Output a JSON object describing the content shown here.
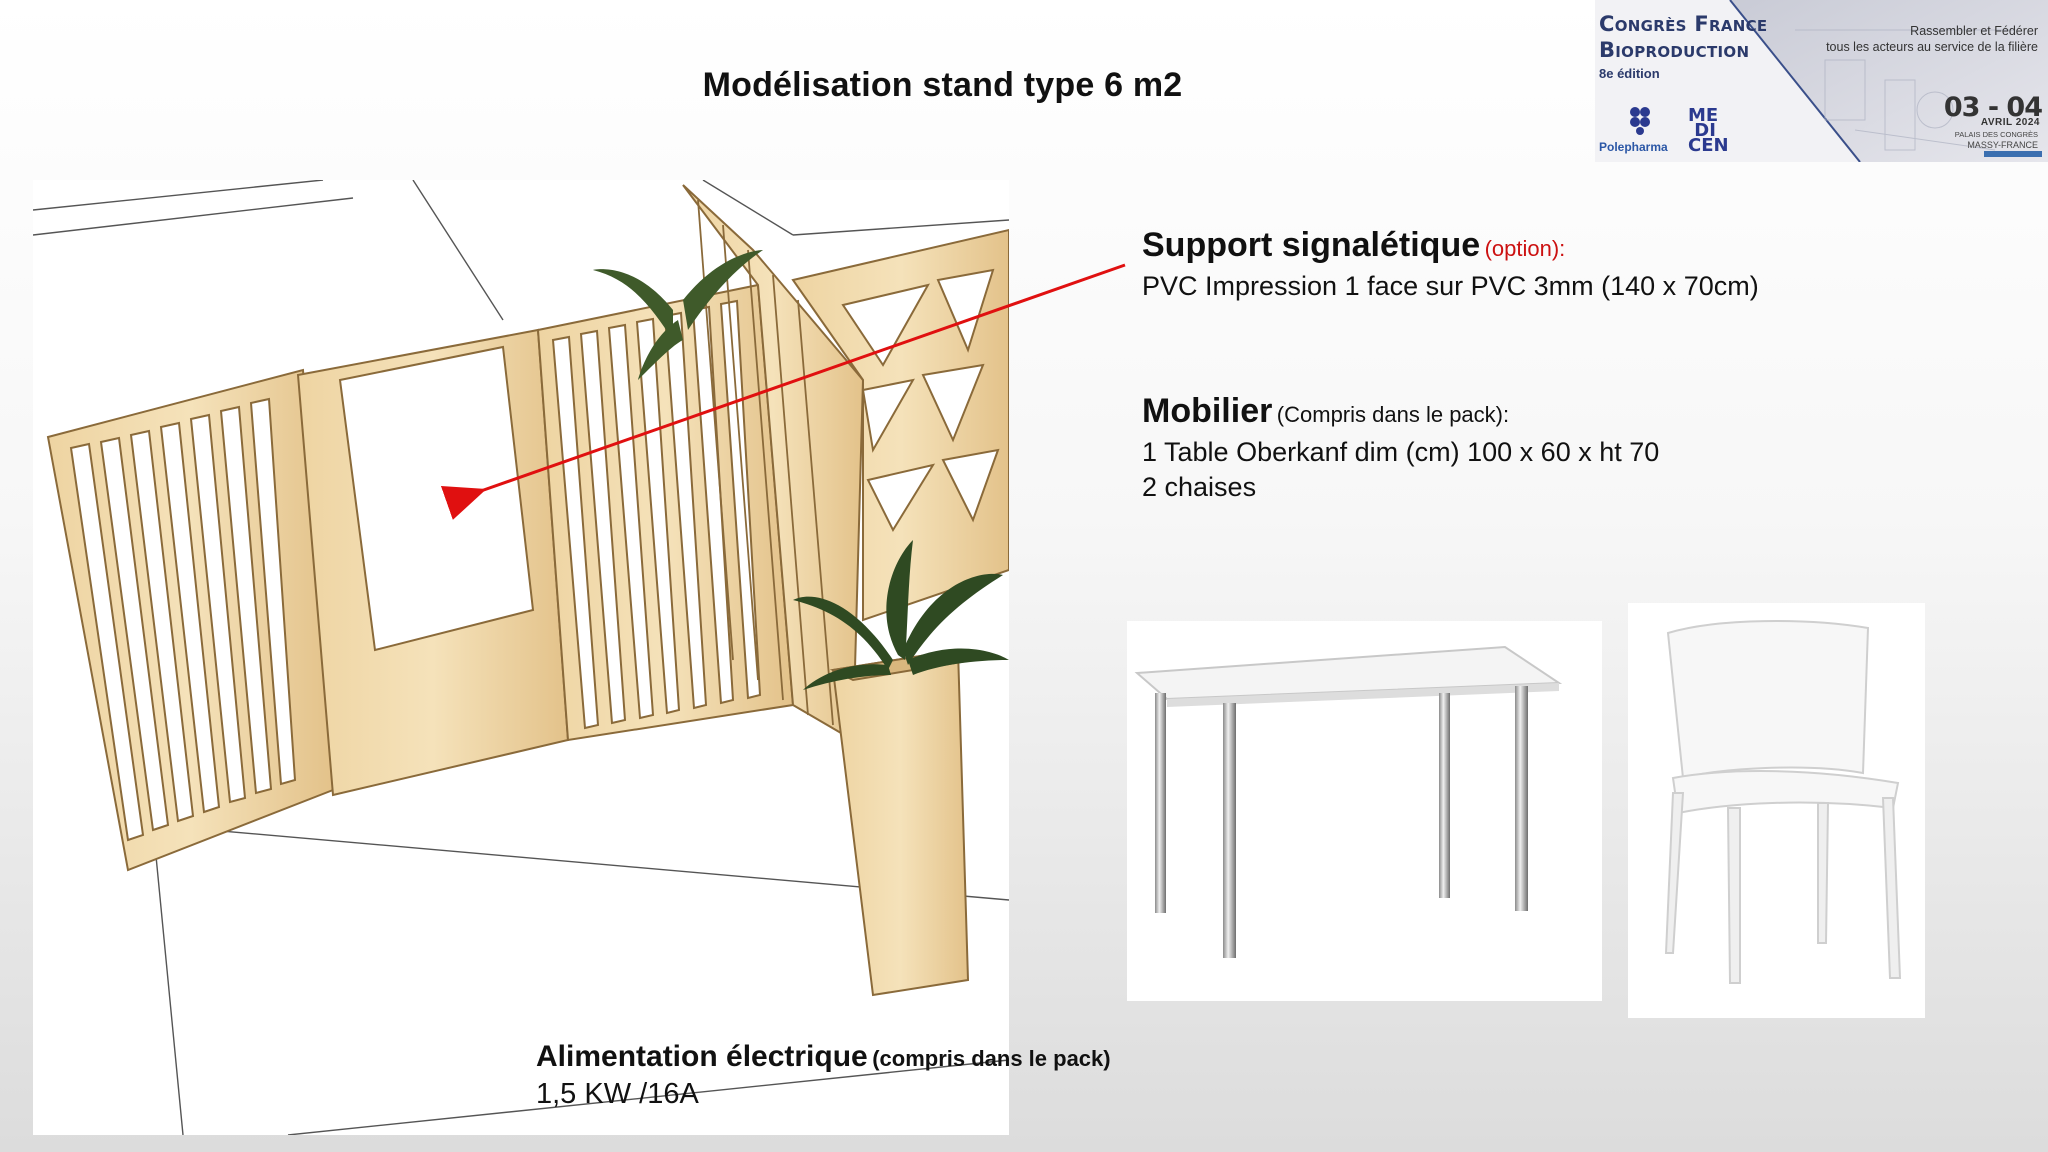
{
  "title": "Modélisation stand type 6 m2",
  "banner": {
    "title_line1": "Congrès France",
    "title_line2": "Bioproduction",
    "edition": "8e édition",
    "tagline_line1": "Rassembler et Fédérer",
    "tagline_line2": "tous les acteurs au service de la filière",
    "dates": "03 - 04",
    "month_year": "AVRIL 2024",
    "place_line1": "PALAIS DES CONGRÈS",
    "place_line2": "MASSY-FRANCE",
    "logo_polepharma": "Polepharma",
    "logo_medicen": "MEDICEN",
    "brand_color": "#2b3a6b"
  },
  "support": {
    "heading": "Support signalétique",
    "option": "(option):",
    "detail": "PVC Impression 1 face sur PVC 3mm (140 x 70cm)",
    "option_color": "#cc1111"
  },
  "mobilier": {
    "heading": "Mobilier",
    "note": "(Compris dans le pack):",
    "item1": "1 Table Oberkanf dim (cm)  100 x 60 x ht 70",
    "item2": "2 chaises"
  },
  "electric": {
    "heading": "Alimentation électrique",
    "note": "(compris dans le pack)",
    "value": "1,5 KW /16A"
  },
  "arrow_color": "#e01010"
}
